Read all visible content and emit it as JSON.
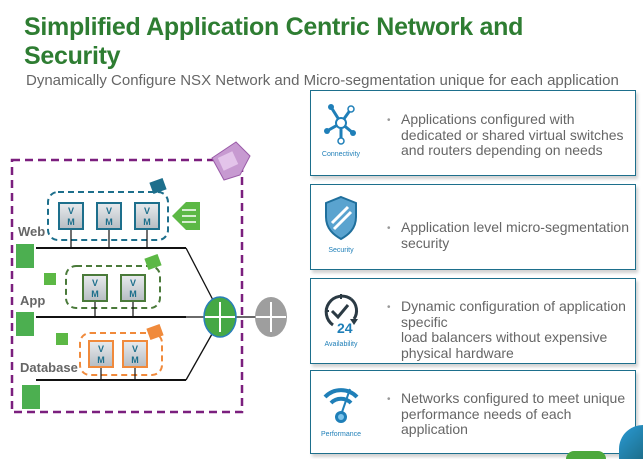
{
  "slide": {
    "title": "Simplified Application Centric Network and Security",
    "subtitle": " Dynamically Configure NSX Network and Micro-segmentation unique for each application"
  },
  "cards": [
    {
      "icon": "connectivity-icon",
      "icon_label": "Connectivity",
      "bullet": "•",
      "text": "Applications configured with dedicated or shared virtual switches and routers depending on needs"
    },
    {
      "icon": "security-shield-icon",
      "icon_label": "Security",
      "bullet": "•",
      "text": "Application level micro-segmentation security"
    },
    {
      "icon": "availability-clock-icon",
      "icon_label": "Availability",
      "icon_number": "24",
      "bullet": "•",
      "text_lines": [
        "Dynamic configuration of application specific",
        "load  balancers without expensive physical hardware"
      ]
    },
    {
      "icon": "performance-gauge-icon",
      "icon_label": "Performance",
      "bullet": "•",
      "text": "Networks configured to meet unique performance needs of each application"
    }
  ],
  "diagram": {
    "tiers": [
      {
        "name": "Web",
        "vm_count": 3,
        "color": "#1d6f8c"
      },
      {
        "name": "App",
        "vm_count": 2,
        "color": "#4a7a3a"
      },
      {
        "name": "Database",
        "vm_count": 2,
        "color": "#f08a3c"
      }
    ],
    "vm_label_top": "V",
    "vm_label_bottom": "M",
    "boundary_color": "#7b1f7e"
  },
  "colors": {
    "title": "#2e7d32",
    "text": "#666666",
    "card_border": "#1d6f8c",
    "icon_blue": "#1f7fb8"
  }
}
